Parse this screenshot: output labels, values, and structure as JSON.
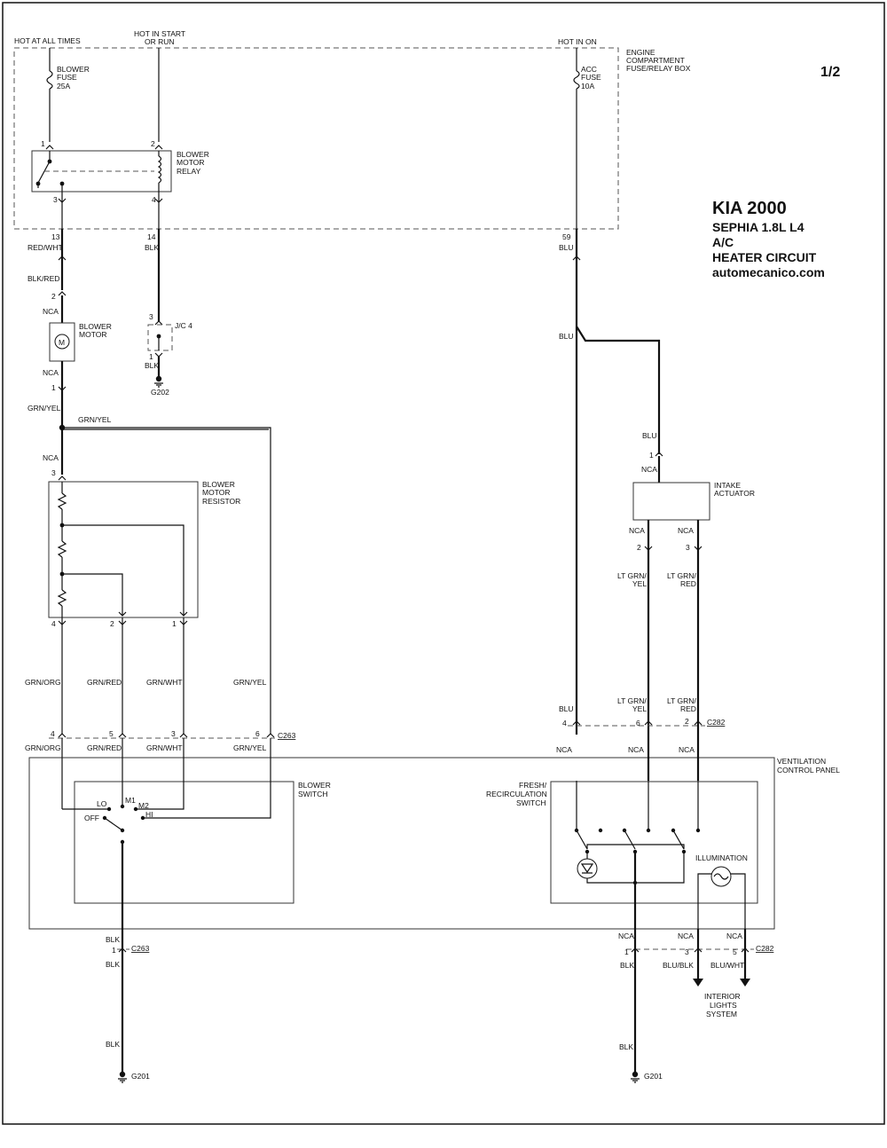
{
  "header": {
    "page_number": "1/2",
    "title": "KIA  2000",
    "model": "SEPHIA  1.8L  L4",
    "system_line1": "A/C",
    "system_line2": "HEATER CIRCUIT",
    "website": "automecanico.com"
  },
  "power": {
    "hot_at_all_times": "HOT AT ALL TIMES",
    "hot_start_run_1": "HOT IN START",
    "hot_start_run_2": "OR RUN",
    "hot_in_on": "HOT IN ON"
  },
  "fuse_box": {
    "label_1": "ENGINE",
    "label_2": "COMPARTMENT",
    "label_3": "FUSE/RELAY BOX",
    "blower_fuse": [
      "BLOWER",
      "FUSE",
      "25A"
    ],
    "acc_fuse": [
      "ACC",
      "FUSE",
      "10A"
    ],
    "relay": [
      "BLOWER",
      "MOTOR",
      "RELAY"
    ],
    "pins": {
      "p1": "1",
      "p2": "2",
      "p3": "3",
      "p4": "4"
    },
    "out_pins": {
      "p13": "13",
      "p14": "14",
      "p59": "59"
    }
  },
  "wires": {
    "red_wht": "RED/WHT",
    "blk": "BLK",
    "blu": "BLU",
    "blk_red": "BLK/RED",
    "grn_yel": "GRN/YEL",
    "grn_org": "GRN/ORG",
    "grn_red": "GRN/RED",
    "grn_wht": "GRN/WHT",
    "lt_grn_1": "LT GRN/",
    "yel": "YEL",
    "red": "RED",
    "blu_blk": "BLU/BLK",
    "blu_wht": "BLU/WHT"
  },
  "components": {
    "nca": "NCA",
    "blower_motor": [
      "BLOWER",
      "MOTOR"
    ],
    "motor_symbol": "M",
    "jc4": "J/C 4",
    "g202": "G202",
    "g201": "G201",
    "resistor": [
      "BLOWER",
      "MOTOR",
      "RESISTOR"
    ],
    "intake": [
      "INTAKE",
      "ACTUATOR"
    ],
    "vcp": [
      "VENTILATION",
      "CONTROL PANEL"
    ],
    "blower_switch": [
      "BLOWER",
      "SWITCH"
    ],
    "switch_positions": {
      "lo": "LO",
      "m1": "M1",
      "m2": "M2",
      "off": "OFF",
      "hi": "HI"
    },
    "fresh_switch": [
      "FRESH/",
      "RECIRCULATION",
      "SWITCH"
    ],
    "illumination": "ILLUMINATION",
    "interior": [
      "INTERIOR",
      "LIGHTS",
      "SYSTEM"
    ]
  },
  "connectors": {
    "c263": "C263",
    "c282": "C282"
  },
  "pin_numbers": {
    "n1": "1",
    "n2": "2",
    "n3": "3",
    "n4": "4",
    "n5": "5",
    "n6": "6",
    "n13": "13",
    "n14": "14",
    "n59": "59"
  }
}
